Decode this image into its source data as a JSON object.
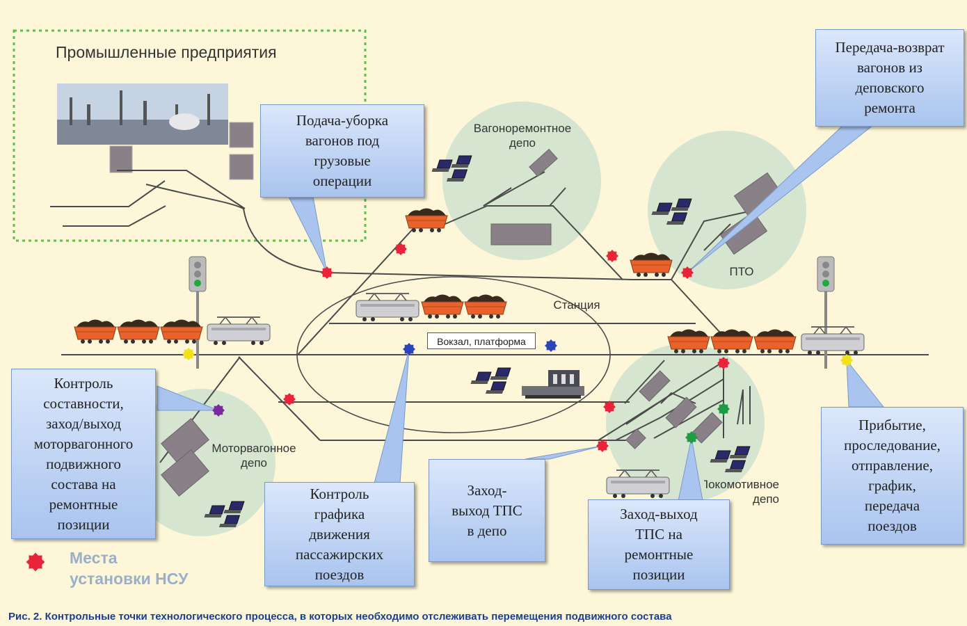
{
  "industry_title": "Промышленные предприятия",
  "callouts": {
    "supply": "Подача-уборка\nвагонов под\nгрузовые\nоперации",
    "transfer": "Передача-возврат\nвагонов из\nдеповского\nремонта",
    "composition": "Контроль\nсоставности,\nзаход/выход\nмоторвагонного\nподвижного\nсостава на\nремонтные\nпозиции",
    "schedule": "Контроль\nграфика\nдвижения\nпассажирских\nпоездов",
    "tps_depot": "Заход-\nвыход ТПС\nв депо",
    "tps_repair": "Заход-выход\nТПС на\nремонтные\nпозиции",
    "arrival": "Прибытие,\nпроследование,\nотправление,\nграфик,\nпередача\nпоездов"
  },
  "labels": {
    "wagon_depot": "Вагоноремонтное\nдепо",
    "pto": "ПТО",
    "station": "Станция",
    "vokzal": "Вокзал, платформа",
    "motor_depot": "Моторвагонное\nдепо",
    "loco_depot": "Локомотивное\nдепо"
  },
  "legend": {
    "text": "Места\nустановки НСУ",
    "marker_color": "#e8233a"
  },
  "caption": "Рис. 2. Контрольные точки технологического процесса, в которых необходимо отслеживать перемещения подвижного состава",
  "colors": {
    "background": "#fdf6d8",
    "callout": "#a9c4ee",
    "depot_circle": "#d6e5cf",
    "track": "#4a4a4a",
    "wagon": "#e8622b",
    "sensor_red": "#e8233a",
    "sensor_blue": "#2a45b8",
    "sensor_yellow": "#f2e018",
    "sensor_green": "#1f9a45",
    "sensor_purple": "#7a2a9a",
    "signal_green": "#1faa3c",
    "caption_text": "#1c3f8c"
  }
}
